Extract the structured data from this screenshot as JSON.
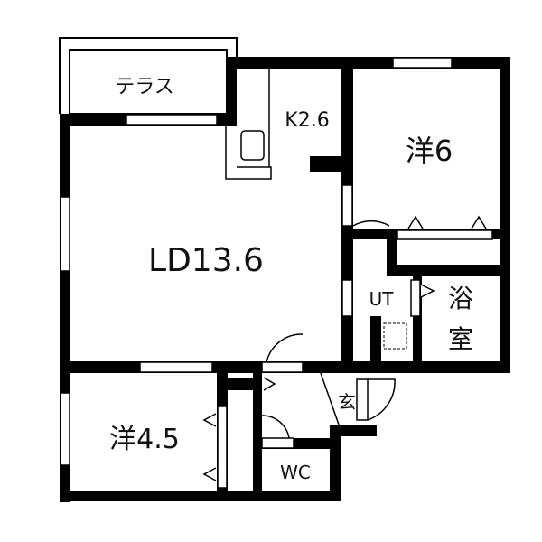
{
  "rooms": {
    "terrace": "テラス",
    "kitchen": "K2.6",
    "western6": "洋6",
    "living_dining": "LD13.6",
    "utility": "UT",
    "bath_line1": "浴",
    "bath_line2": "室",
    "entrance": "玄",
    "western45": "洋4.5",
    "toilet": "WC"
  },
  "colors": {
    "wall": "#000000",
    "background": "#ffffff"
  }
}
